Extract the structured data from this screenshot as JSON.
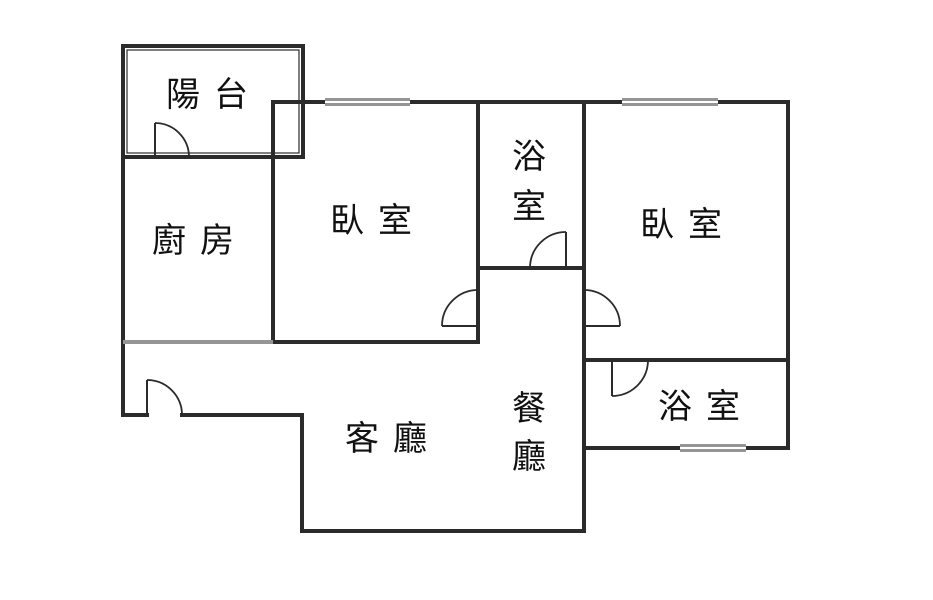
{
  "rooms": {
    "balcony": "陽台",
    "kitchen": "廚房",
    "bedroom_left": "臥室",
    "bath_top_char1": "浴",
    "bath_top_char2": "室",
    "bedroom_right": "臥室",
    "living": "客廳",
    "dining_char1": "餐",
    "dining_char2": "廳",
    "bath_bottom": "浴室"
  },
  "colors": {
    "wall": "#2b2b2b",
    "background": "#ffffff",
    "text": "#111111"
  }
}
